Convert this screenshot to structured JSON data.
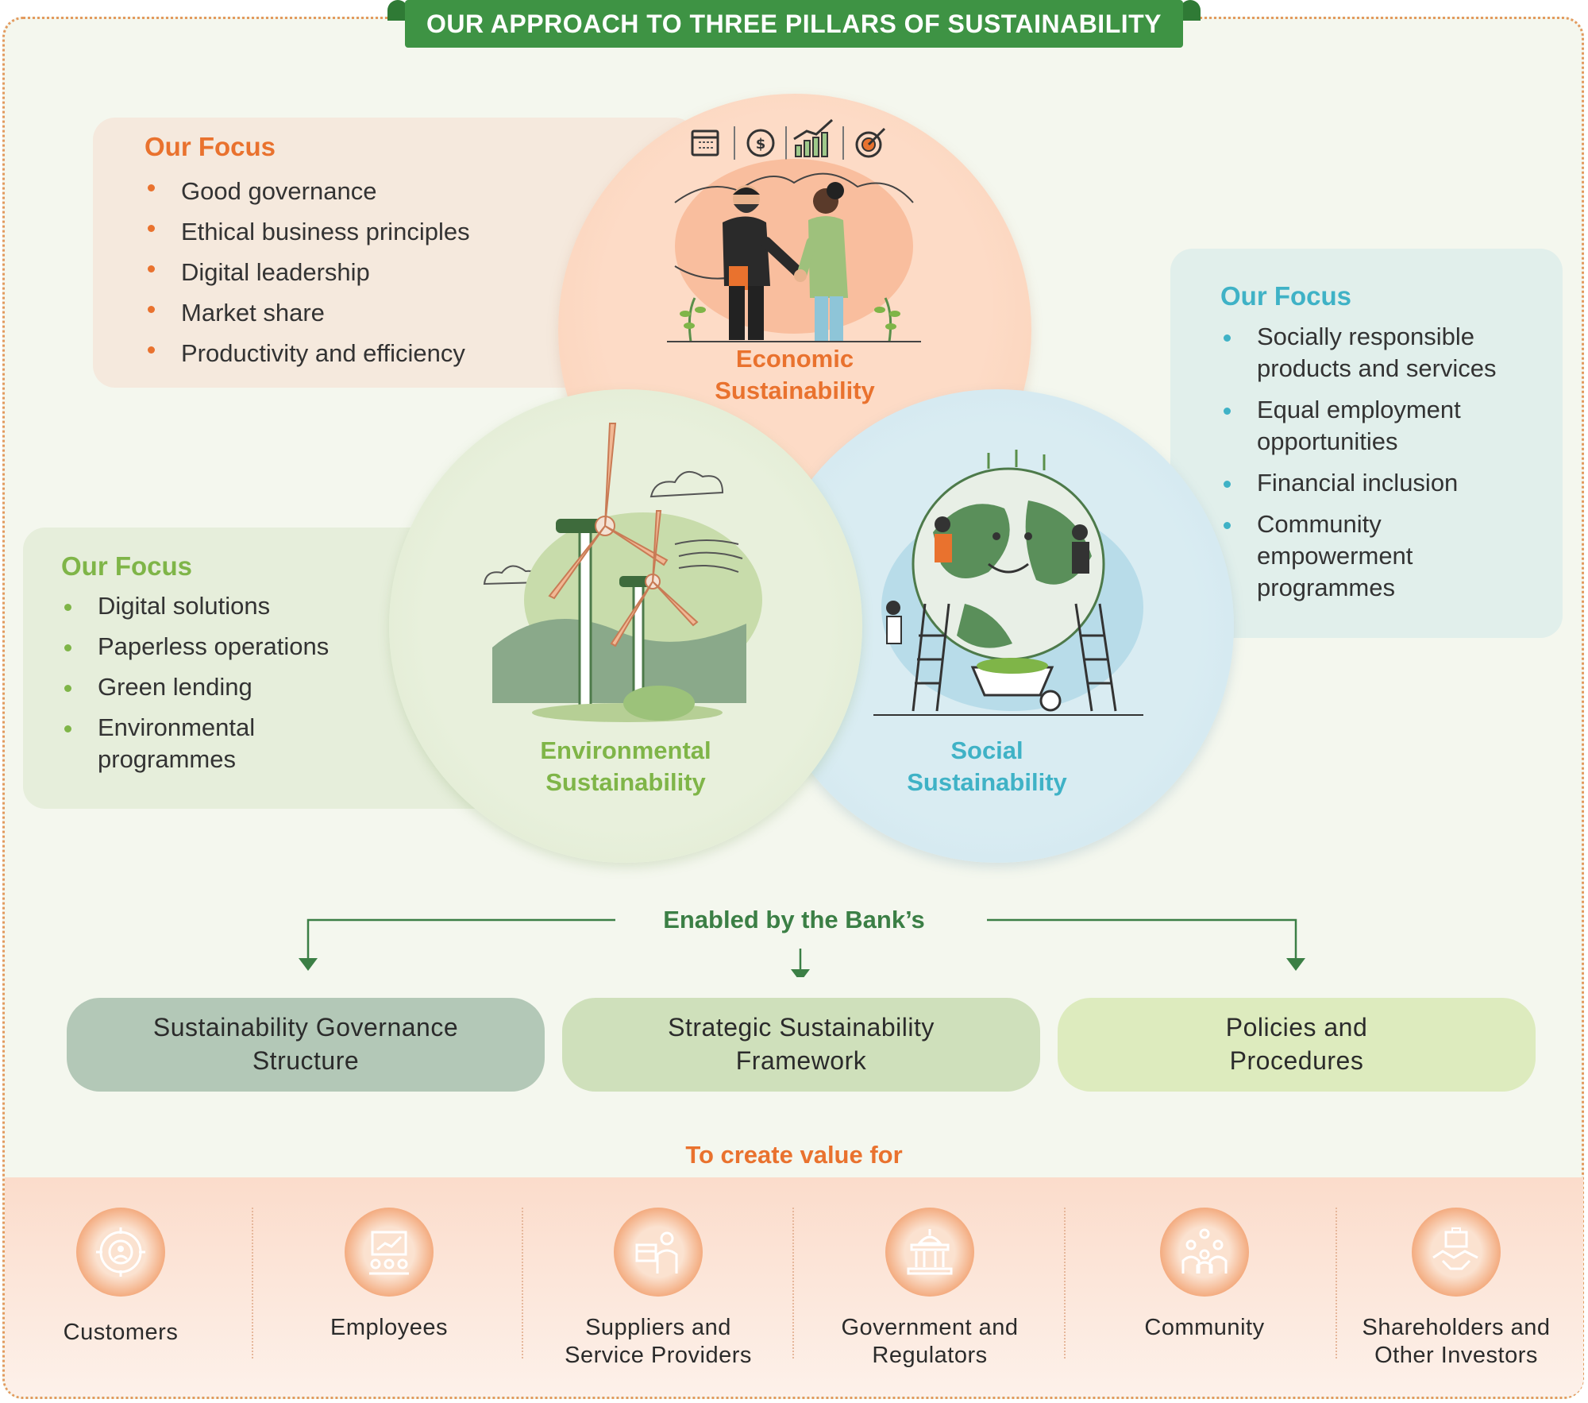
{
  "banner": {
    "title": "OUR APPROACH TO THREE PILLARS OF SUSTAINABILITY"
  },
  "economic": {
    "label_line1": "Economic",
    "label_line2": "Sustainability",
    "focus_title": "Our Focus",
    "focus_items": [
      "Good governance",
      "Ethical business principles",
      "Digital leadership",
      "Market share",
      "Productivity and efficiency"
    ]
  },
  "social": {
    "label_line1": "Social",
    "label_line2": "Sustainability",
    "focus_title": "Our Focus",
    "focus_items": [
      "Socially responsible products and services",
      "Equal employment opportunities",
      "Financial inclusion",
      "Community empowerment programmes"
    ]
  },
  "environmental": {
    "label_line1": "Environmental",
    "label_line2": "Sustainability",
    "focus_title": "Our Focus",
    "focus_items": [
      "Digital solutions",
      "Paperless operations",
      "Green lending",
      "Environmental programmes"
    ]
  },
  "enablers": {
    "title": "Enabled by the Bank’s",
    "items": [
      "Sustainability Governance Structure",
      "Strategic Sustainability Framework",
      "Policies and Procedures"
    ]
  },
  "stakeholders": {
    "title": "To create value for",
    "items": [
      {
        "label": "Customers",
        "icon": "target-people-icon"
      },
      {
        "label": "Employees",
        "icon": "presentation-icon"
      },
      {
        "label": "Suppliers and Service Providers",
        "icon": "delivery-person-icon"
      },
      {
        "label": "Government and Regulators",
        "icon": "government-building-icon"
      },
      {
        "label": "Community",
        "icon": "community-icon"
      },
      {
        "label": "Shareholders and Other Investors",
        "icon": "handshake-briefcase-icon"
      }
    ]
  },
  "colors": {
    "economic": "#e9722e",
    "environmental": "#7fb548",
    "social": "#3fb2c6",
    "banner": "#3e9344"
  }
}
